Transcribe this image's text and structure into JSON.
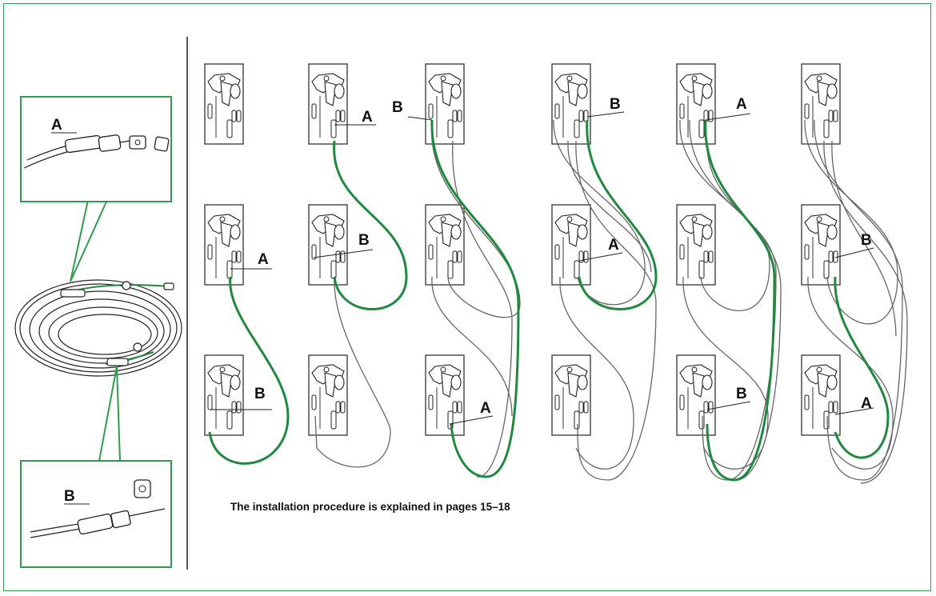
{
  "colors": {
    "accent_green": "#1f8a3f",
    "frame_green": "#2e9c4c",
    "line": "#222222"
  },
  "callouts": {
    "top": {
      "label": "A"
    },
    "bottom": {
      "label": "B"
    }
  },
  "columns": [
    {
      "labels": [
        {
          "text": "A"
        },
        {
          "text": "B"
        }
      ]
    },
    {
      "labels": [
        {
          "text": "A"
        },
        {
          "text": "B"
        }
      ]
    },
    {
      "labels": [
        {
          "text": "B"
        },
        {
          "text": "A"
        }
      ]
    },
    {
      "labels": [
        {
          "text": "B"
        },
        {
          "text": "A"
        }
      ]
    },
    {
      "labels": [
        {
          "text": "A"
        },
        {
          "text": "B"
        }
      ]
    },
    {
      "labels": [
        {
          "text": "B"
        },
        {
          "text": "A"
        }
      ]
    }
  ],
  "note": "The installation procedure is explained in pages 15–18"
}
